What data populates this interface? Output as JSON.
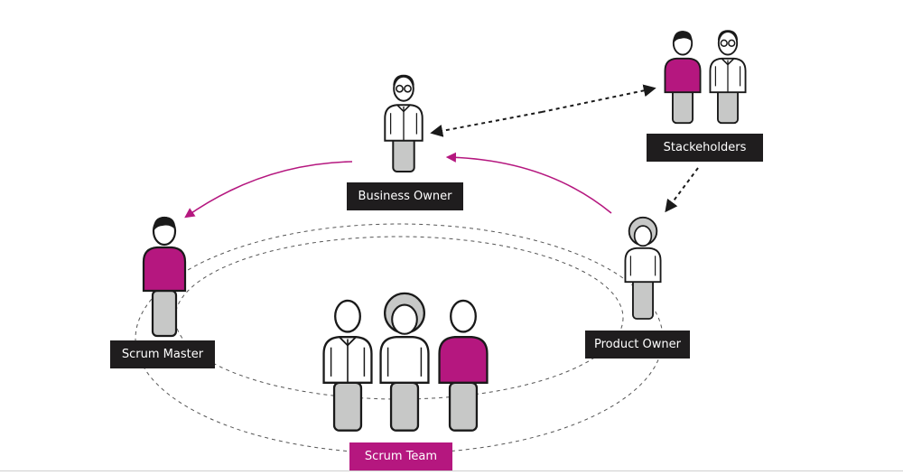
{
  "labels": {
    "business_owner": "Business Owner",
    "stakeholders": "Stackeholders",
    "scrum_master": "Scrum Master",
    "product_owner": "Product Owner",
    "scrum_team": "Scrum Team"
  },
  "colors": {
    "accent": "#b5177f",
    "label_bg": "#1f1d1e",
    "outline": "#1a1a1a",
    "legs": "#c7c8c7",
    "dashed": "#555555"
  },
  "icons": {
    "person": "person-icon",
    "arrow": "arrow-icon"
  }
}
